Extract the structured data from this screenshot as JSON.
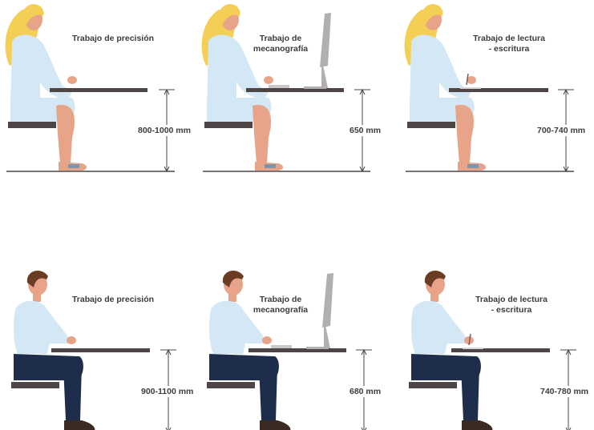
{
  "colors": {
    "shirt": "#d3e7f4",
    "shirt_shade": "#b9d3e6",
    "skin": "#e8a488",
    "hair_woman": "#f4cf55",
    "hair_man": "#6b3b23",
    "pants_man": "#1f2d4d",
    "dark": "#4d4546",
    "monitor": "#b2afb0",
    "line": "#4b4546"
  },
  "panels": [
    {
      "figure": "woman",
      "label": "Trabajo de precisión",
      "height": "800-1000 mm",
      "desk": "empty"
    },
    {
      "figure": "woman",
      "label": "Trabajo de\nmecanografía",
      "height": "650 mm",
      "desk": "computer"
    },
    {
      "figure": "woman",
      "label": "Trabajo de lectura\n- escritura",
      "height": "700-740 mm",
      "desk": "paper"
    },
    {
      "figure": "man",
      "label": "Trabajo de precisión",
      "height": "900-1100 mm",
      "desk": "empty"
    },
    {
      "figure": "man",
      "label": "Trabajo de\nmecanografía",
      "height": "680 mm",
      "desk": "computer"
    },
    {
      "figure": "man",
      "label": "Trabajo de lectura\n- escritura",
      "height": "740-780 mm",
      "desk": "paper"
    }
  ]
}
